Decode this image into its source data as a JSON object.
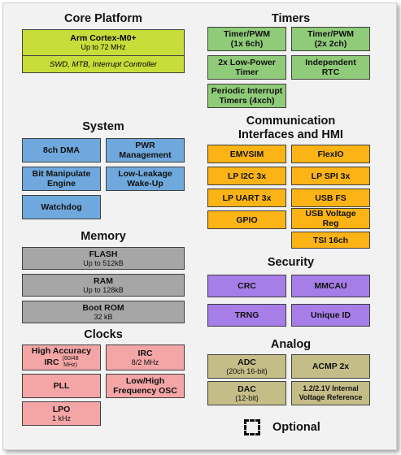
{
  "sections": {
    "core_platform": "Core Platform",
    "timers": "Timers",
    "system": "System",
    "comm": [
      "Communication",
      "Interfaces and HMI"
    ],
    "memory": "Memory",
    "security": "Security",
    "clocks": "Clocks",
    "analog": "Analog"
  },
  "core": {
    "name": "Arm Cortex-M0+",
    "speed": "Up to 72  MHz",
    "features": "SWD, MTB, Interrupt Controller"
  },
  "timers": [
    [
      "Timer/PWM",
      "(1x 6ch)"
    ],
    [
      "Timer/PWM",
      "(2x 2ch)"
    ],
    [
      "2x Low-Power",
      "Timer"
    ],
    [
      "Independent",
      "RTC"
    ],
    [
      "Periodic Interrupt",
      "Timers (4xch)"
    ]
  ],
  "system": [
    "8ch DMA",
    [
      "PWR",
      "Management"
    ],
    [
      "Bit Manipulate",
      "Engine"
    ],
    [
      "Low-Leakage",
      "Wake-Up"
    ],
    "Watchdog"
  ],
  "comm": [
    "EMVSIM",
    "FlexIO",
    "LP I2C 3x",
    "LP SPI 3x",
    "LP UART 3x",
    "USB FS",
    "GPIO",
    [
      "USB Voltage",
      "Reg"
    ],
    "TSI 16ch"
  ],
  "memory": [
    {
      "name": "FLASH",
      "detail": "Up to 512kB"
    },
    {
      "name": "RAM",
      "detail": "Up to 128kB"
    },
    {
      "name": "Boot ROM",
      "detail": "32 kB"
    }
  ],
  "security": [
    "CRC",
    "MMCAU",
    "TRNG",
    "Unique ID"
  ],
  "clocks": {
    "irc_hi": {
      "line1": "High Accuracy",
      "line2": "IRC",
      "detail": "(60/48",
      "detail2": "MHz)"
    },
    "irc_lo": {
      "name": "IRC",
      "detail": "8/2 MHz"
    },
    "pll": "PLL",
    "osc": [
      "Low/High",
      "Frequency OSC"
    ],
    "lpo": {
      "name": "LPO",
      "detail": "1 kHz"
    }
  },
  "analog": {
    "adc": {
      "name": "ADC",
      "detail": "(20ch 16-bit)"
    },
    "acmp": "ACMP  2x",
    "dac": {
      "name": "DAC",
      "detail": "(12-bit)"
    },
    "vref": [
      "1.2/2.1V Internal",
      "Voltage Reference"
    ]
  },
  "legend": {
    "label": "Optional"
  },
  "colors": {
    "timers": "#8fcb78",
    "core": "#c6dd3a",
    "system": "#6fa8dc",
    "memory": "#a6a6a6",
    "clocks": "#f4a6a6",
    "comm": "#fbb315",
    "security": "#a77de8",
    "analog": "#c4bd87"
  }
}
